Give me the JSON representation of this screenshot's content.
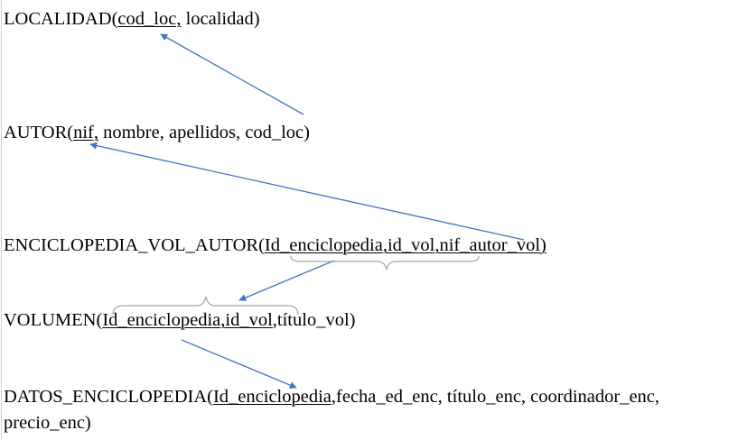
{
  "tables": {
    "localidad": {
      "name": "LOCALIDAD",
      "open": "(",
      "pk": "cod_loc,",
      "rest": " localidad)"
    },
    "autor": {
      "name": "AUTOR",
      "open": "(",
      "pk": "nif,",
      "rest": " nombre, apellidos, cod_loc)"
    },
    "enciclopedia_vol_autor": {
      "name": "ENCICLOPEDIA_VOL_AUTOR",
      "open": "(",
      "pk1": "Id_enciclopedia",
      "sep1": ",",
      "pk2": "id_vol",
      "sep2": ",",
      "pk3": "nif_autor_vol)"
    },
    "volumen": {
      "name": "VOLUMEN",
      "open": "(",
      "pk1": "Id_enciclopedia",
      "sep1": ",",
      "pk2": "id_vol",
      "rest": ",título_vol)"
    },
    "datos_enciclopedia": {
      "name": "DATOS_ENCICLOPEDIA",
      "open": "(",
      "pk": "Id_enciclopedia",
      "rest": ",fecha_ed_enc, título_enc, coordinador_enc,",
      "rest2": "precio_enc)"
    }
  },
  "colors": {
    "arrow": "#4472c4",
    "brace": "#a6a6a6",
    "text": "#000000"
  }
}
